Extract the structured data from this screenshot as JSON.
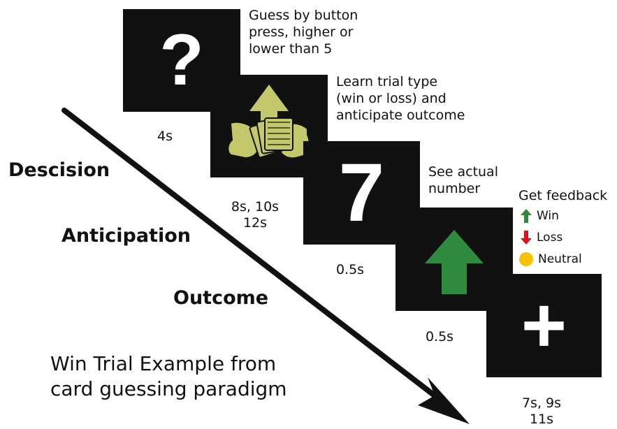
{
  "steps": [
    {
      "instruction": "Guess by button press, higher or lower than 5",
      "instruction_lines": [
        "Guess by button",
        "press, higher or",
        "lower than 5"
      ],
      "duration_lines": [
        "4s"
      ],
      "screen": "?"
    },
    {
      "instruction": "Learn trial type (win or loss) and anticipate outcome",
      "instruction_lines": [
        "Learn trial type",
        "(win or loss) and",
        "anticipate outcome"
      ],
      "duration_lines": [
        "8s, 10s",
        "12s"
      ],
      "screen": "up-arrow-hands-cards-icon"
    },
    {
      "instruction": "See actual number",
      "instruction_lines": [
        "See actual",
        "number"
      ],
      "duration_lines": [
        "0.5s"
      ],
      "screen": "7"
    },
    {
      "instruction": "Get feedback",
      "instruction_lines": [
        "Get feedback"
      ],
      "duration_lines": [
        "0.5s"
      ],
      "screen": "green-up-arrow-icon"
    },
    {
      "instruction": "",
      "instruction_lines": [],
      "duration_lines": [
        "7s, 9s",
        "11s"
      ],
      "screen": "+"
    }
  ],
  "stages": [
    "Descision",
    "Anticipation",
    "Outcome"
  ],
  "legend": {
    "title": "Get feedback",
    "items": [
      {
        "label": "Win",
        "icon": "green-up-arrow-icon",
        "color": "#2e8b3d"
      },
      {
        "label": "Loss",
        "icon": "red-down-arrow-icon",
        "color": "#d9141e"
      },
      {
        "label": "Neutral",
        "icon": "yellow-circle-icon",
        "color": "#f5c300"
      }
    ]
  },
  "caption_lines": [
    "Win Trial Example from",
    "card guessing paradigm"
  ],
  "colors": {
    "panel": "#111111",
    "olive": "#c3c96a",
    "green": "#2e8b3d",
    "red": "#d9141e",
    "yellow": "#f5c300"
  }
}
